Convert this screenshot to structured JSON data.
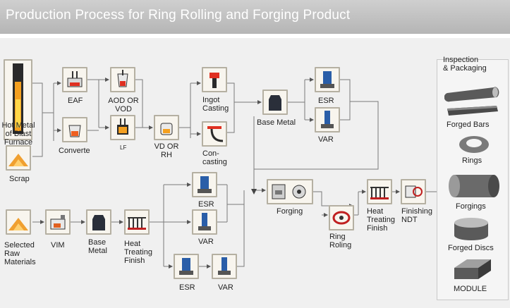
{
  "title": "Production Process for Ring Rolling and Forging Product",
  "inspection_title": [
    "Inspection",
    "& Packaging"
  ],
  "nodes": {
    "hot_metal": [
      "Hot Metal",
      "of Blast",
      "Furnace"
    ],
    "scrap": "Scrap",
    "eaf": "EAF",
    "converte": "Converte",
    "aod": [
      "AOD OR",
      "VOD"
    ],
    "lf": "LF",
    "vd": [
      "VD OR",
      "RH"
    ],
    "ingot": [
      "Ingot",
      "Casting"
    ],
    "concast": [
      "Con-",
      "casting"
    ],
    "base_metal_top": "Base Metal",
    "esr_top": "ESR",
    "var_top": "VAR",
    "esr_mid": "ESR",
    "var_mid": "VAR",
    "forging": "Forging",
    "ring": [
      "Ring",
      "Roling"
    ],
    "htf_right": [
      "Heat",
      "Treating",
      "Finish"
    ],
    "finishing": [
      "Finishing",
      "NDT"
    ],
    "raw": [
      "Selected",
      "Raw",
      "Materials"
    ],
    "vim": "VIM",
    "base_metal_bottom": [
      "Base",
      "Metal"
    ],
    "htf_bottom": [
      "Heat",
      "Treating",
      "Finish"
    ],
    "esr_bottom": "ESR",
    "var_bottom": "VAR"
  },
  "products": [
    "Forged Bars",
    "Rings",
    "Forgings",
    "Forged Discs",
    "MODULE"
  ],
  "colors": {
    "header": "#bcbcbc",
    "panel": "#f0f0f0",
    "line": "#7a7a7a",
    "node_border": "#b5b0a2"
  }
}
